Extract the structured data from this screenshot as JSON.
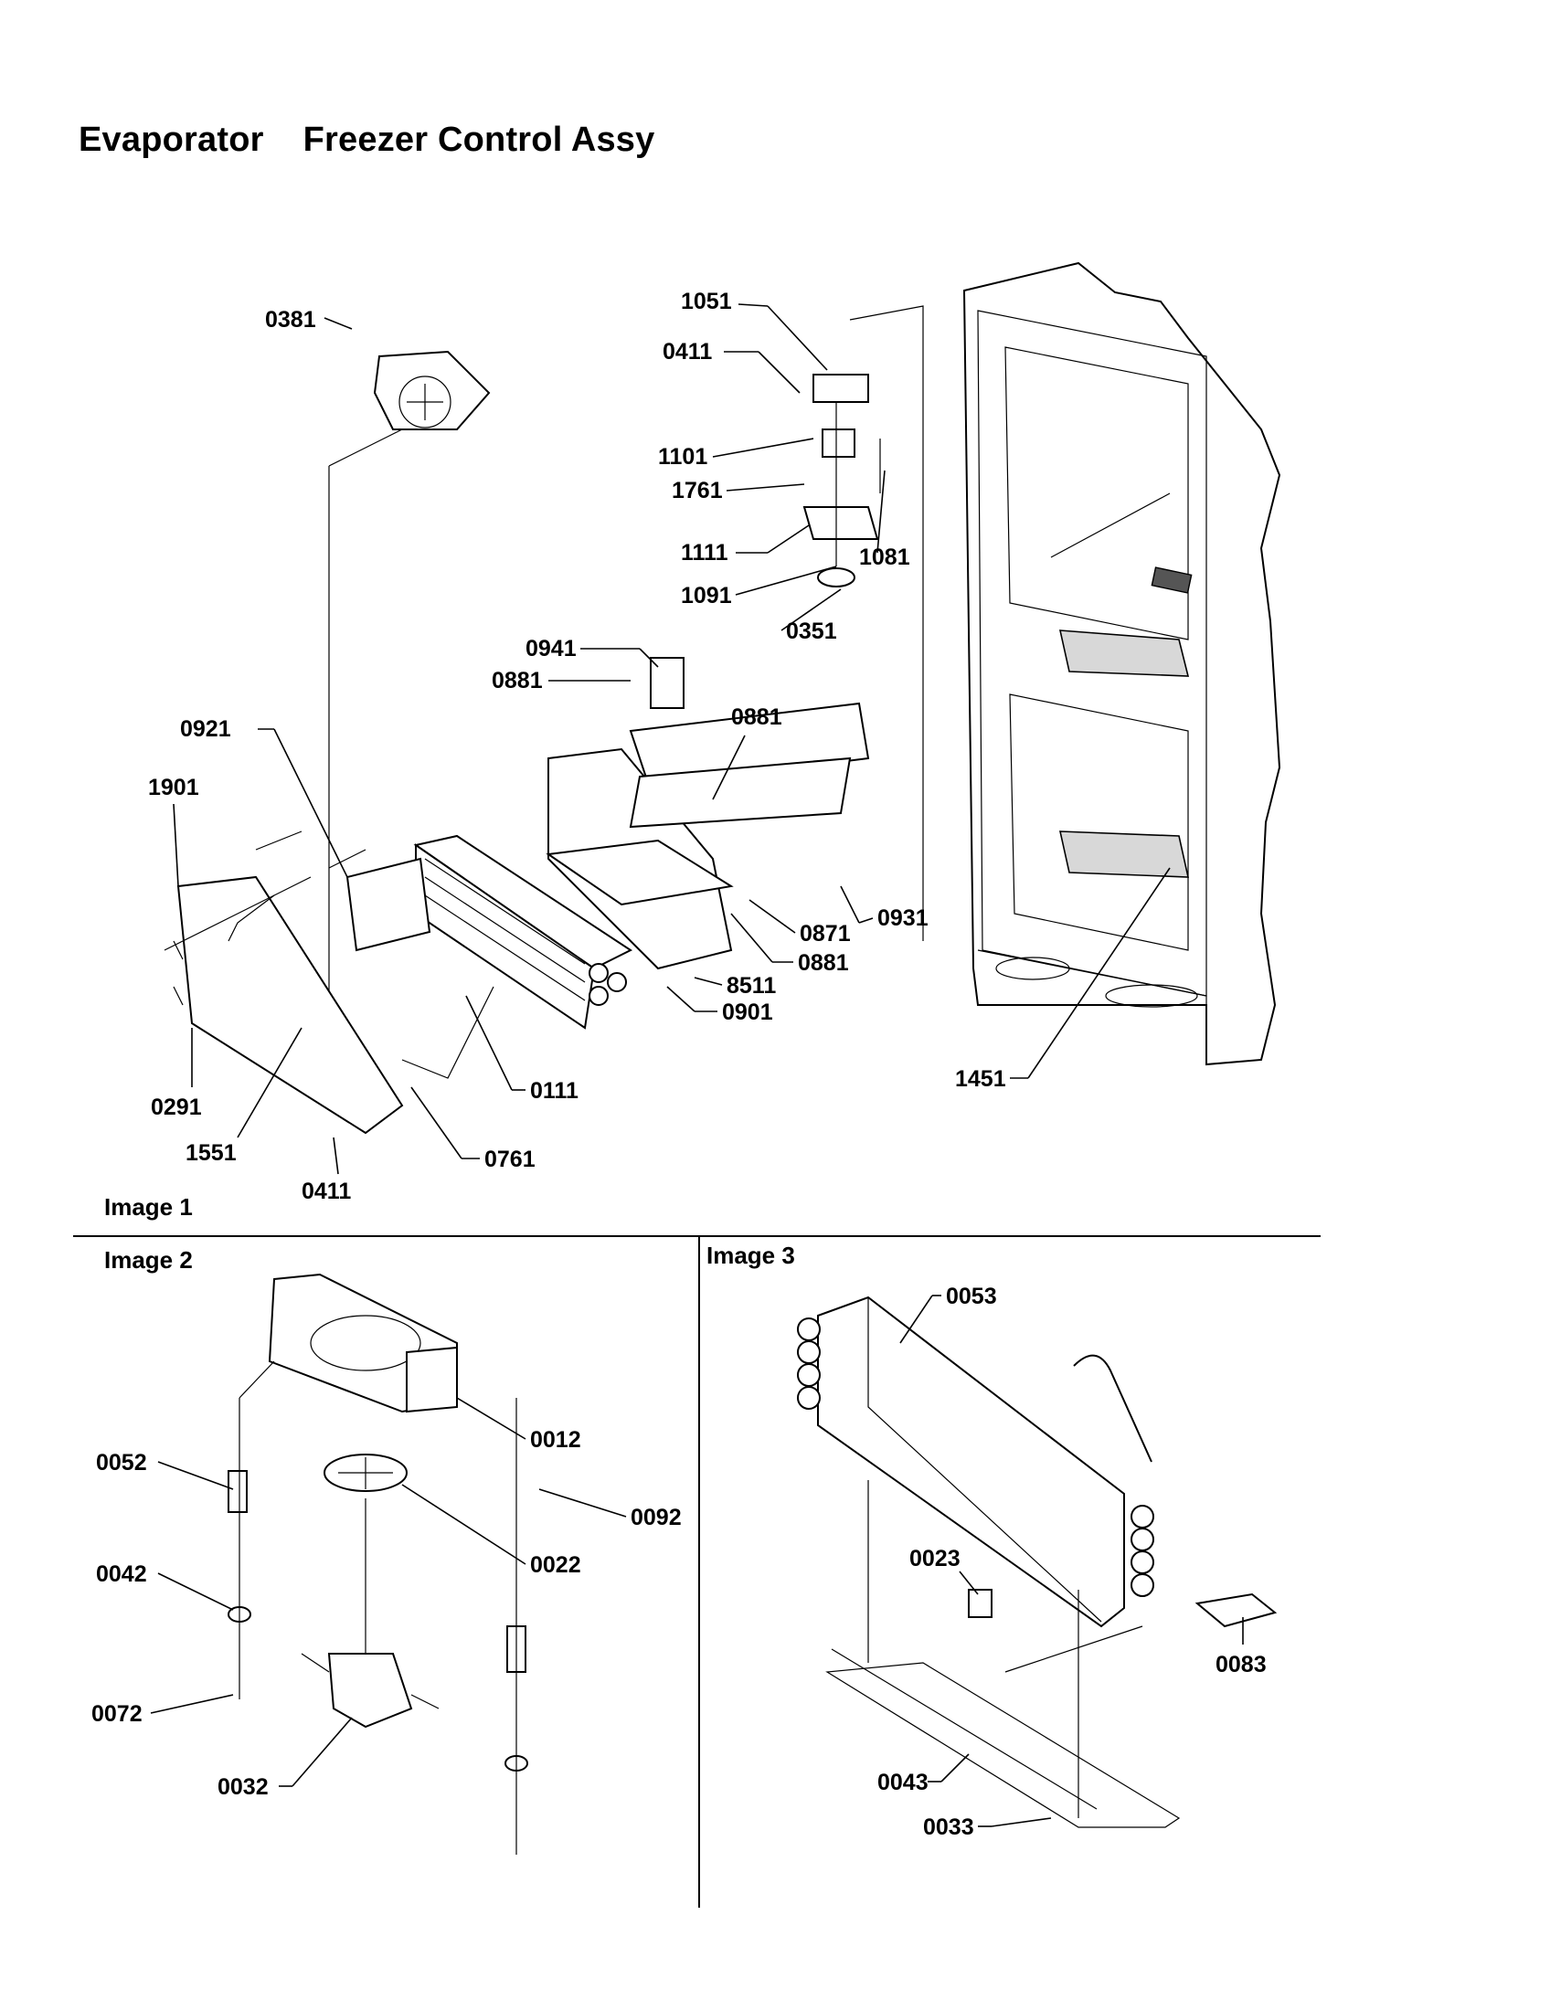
{
  "title": "Evaporator    Freezer Control Assy",
  "sections": [
    {
      "id": "image-1",
      "label": "Image 1"
    },
    {
      "id": "image-2",
      "label": "Image 2"
    },
    {
      "id": "image-3",
      "label": "Image 3"
    }
  ],
  "callouts": {
    "image1": [
      "0381",
      "1051",
      "0411",
      "1101",
      "1761",
      "1111",
      "1091",
      "1081",
      "0351",
      "0941",
      "0881",
      "0921",
      "0881",
      "1901",
      "0871",
      "0931",
      "0881",
      "8511",
      "0901",
      "0111",
      "0291",
      "1551",
      "0761",
      "0411",
      "1451"
    ],
    "image2": [
      "0012",
      "0052",
      "0092",
      "0022",
      "0042",
      "0072",
      "0032"
    ],
    "image3": [
      "0053",
      "0023",
      "0083",
      "0043",
      "0033"
    ]
  }
}
